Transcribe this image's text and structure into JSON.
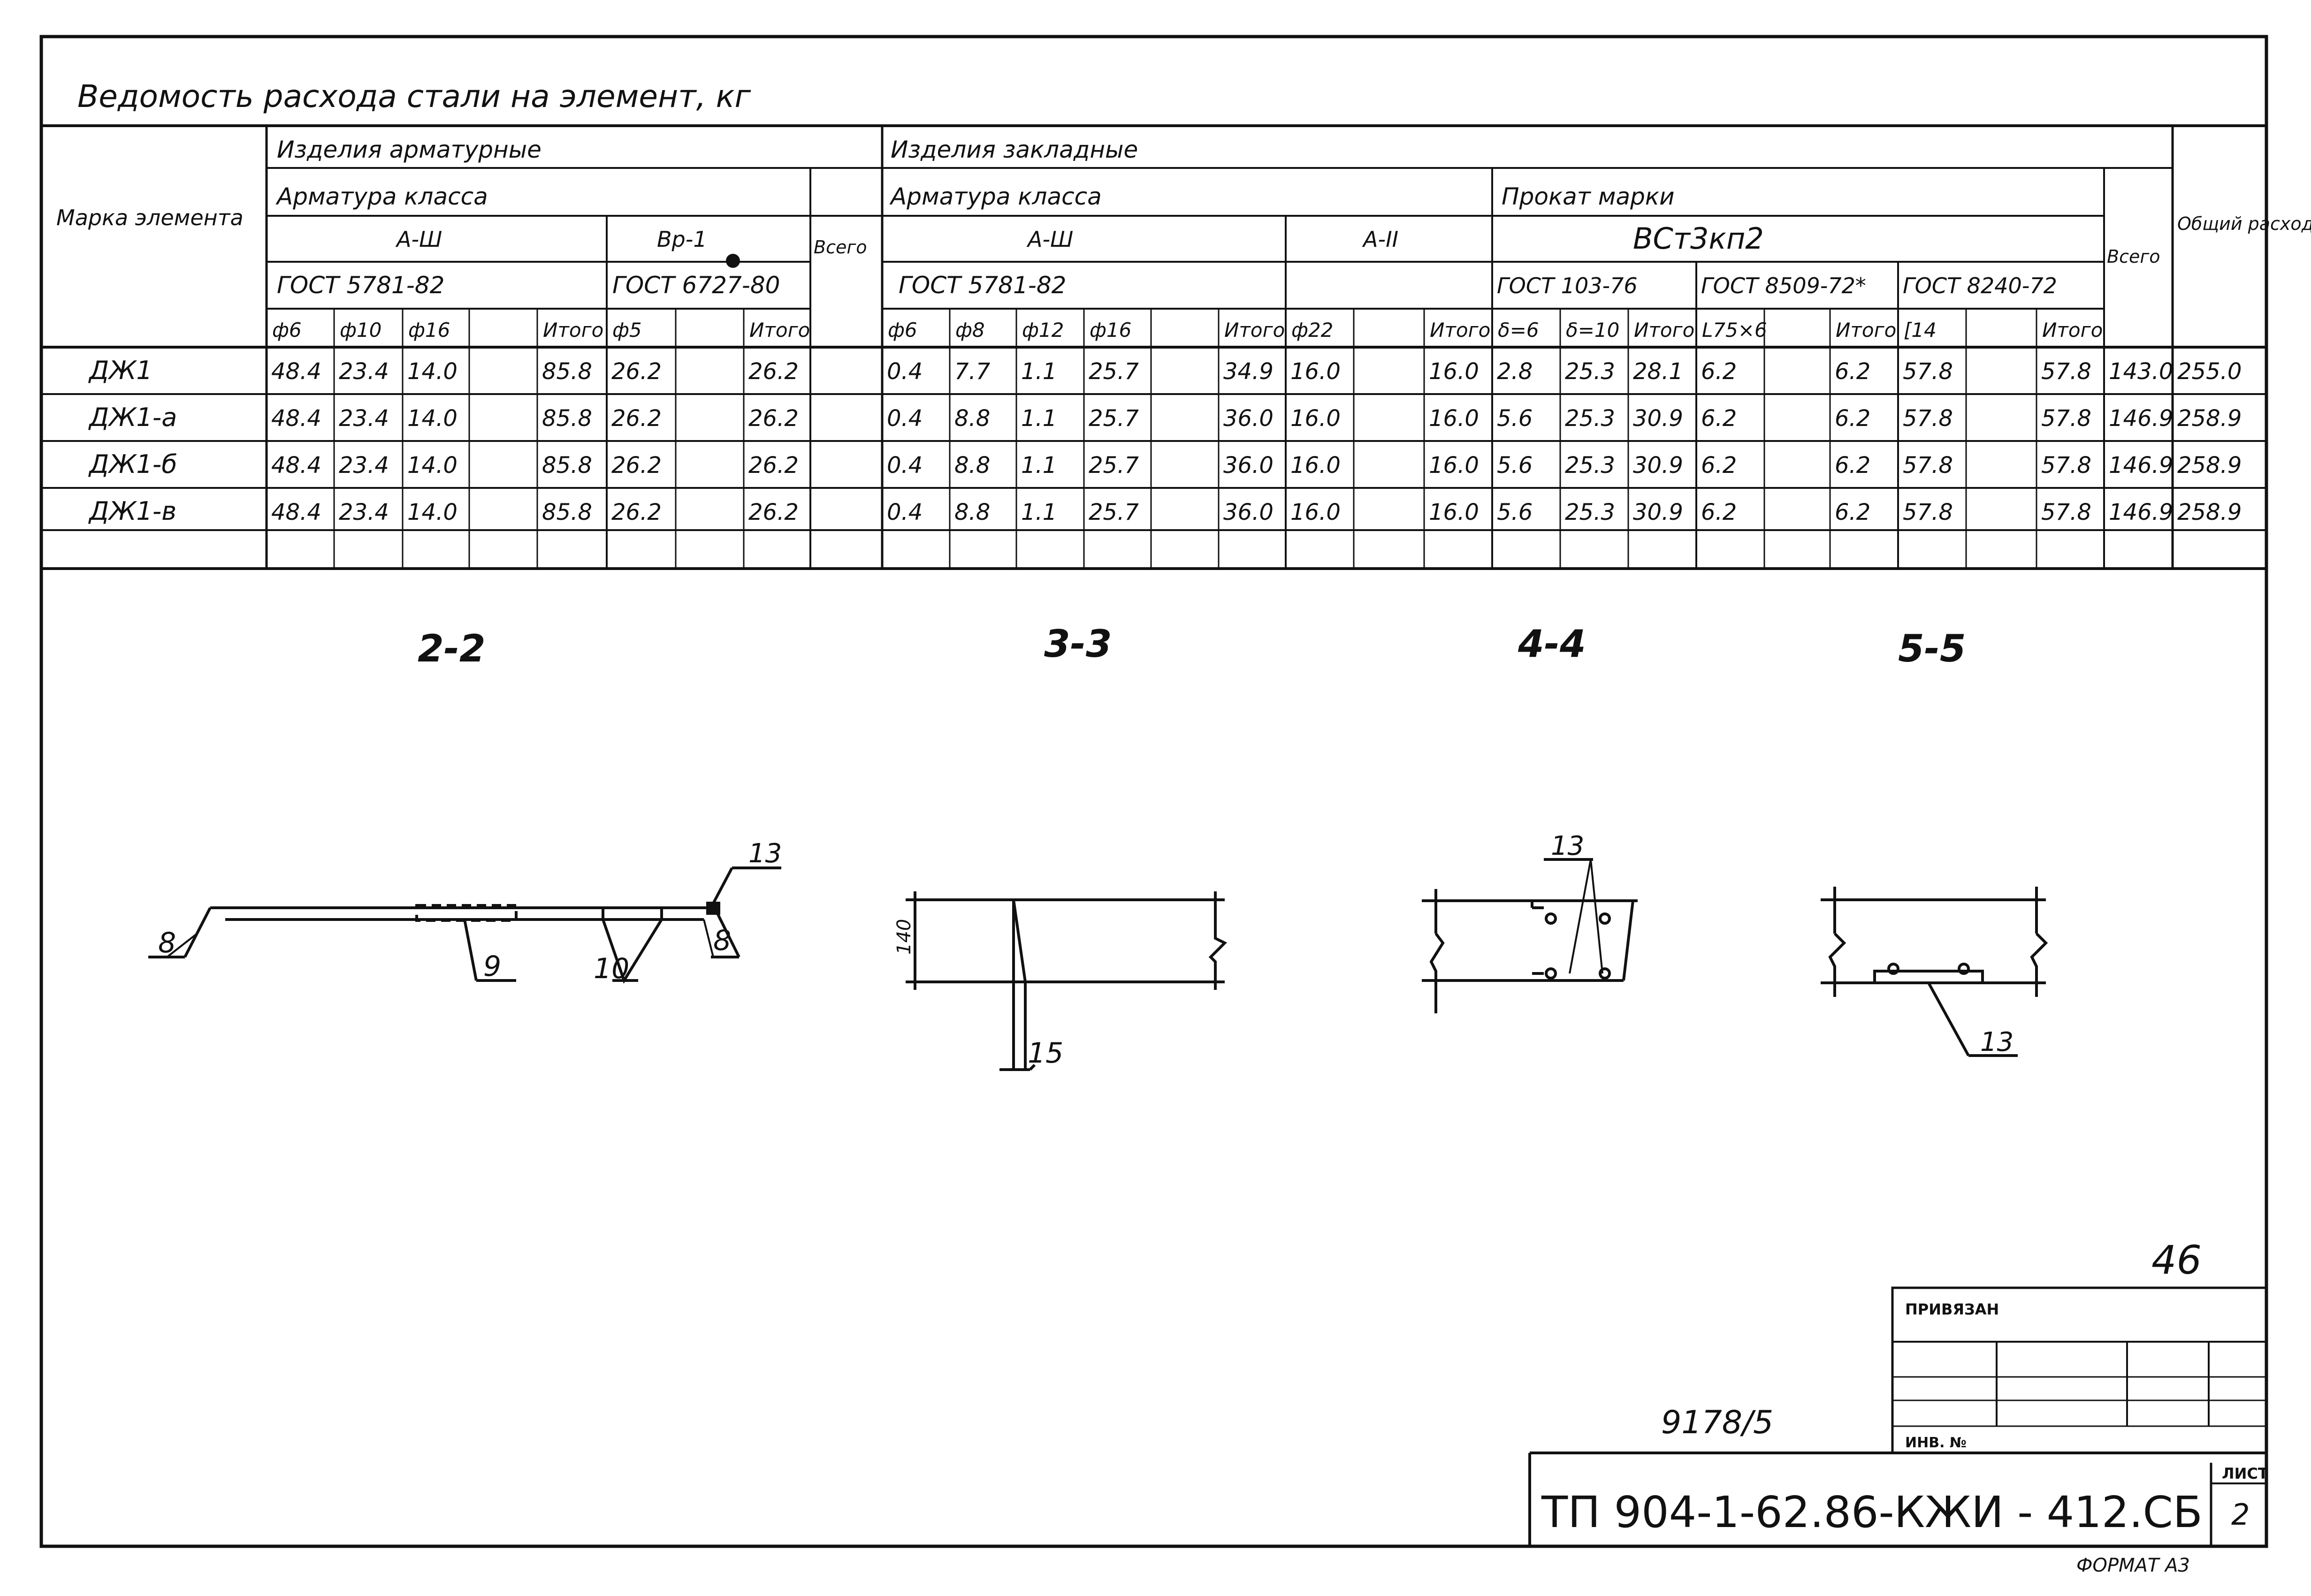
{
  "title": "Ведомость расхода стали на элемент, кг",
  "header": {
    "mark_label": "Марка элемента",
    "arm_items": "Изделия арматурные",
    "emb_items": "Изделия закладные",
    "arm_class": "Арматура класса",
    "emb_arm_class": "Арматура класса",
    "rolled_mark": "Прокат марки",
    "class_a3": "А-Ш",
    "class_bp1": "Вр-1",
    "class_a3_emb": "А-Ш",
    "class_a2_emb": "А-II",
    "rolled_grade": "ВСт3кп2",
    "gost_5781_arm": "ГОСТ 5781-82",
    "gost_6727": "ГОСТ 6727-80",
    "gost_5781_emb": "ГОСТ 5781-82",
    "gost_103": "ГОСТ 103-76",
    "gost_8509": "ГОСТ 8509-72*",
    "gost_8240": "ГОСТ 8240-72",
    "total_arm": "Всего",
    "total_emb": "Всего",
    "overall": "Общий расход",
    "sub": [
      "ф6",
      "ф10",
      "ф16",
      "",
      "Итого",
      "ф5",
      "",
      "Итого",
      "ф6",
      "ф8",
      "ф12",
      "ф16",
      "",
      "Итого",
      "ф22",
      "",
      "Итого",
      "δ=6",
      "δ=10",
      "Итого",
      "L75×6",
      "",
      "Итого",
      "[14",
      "",
      "Итого"
    ]
  },
  "rows": [
    {
      "mark": "ДЖ1",
      "cells": [
        "48.4",
        "23.4",
        "14.0",
        "",
        "85.8",
        "26.2",
        "",
        "26.2",
        "",
        "0.4",
        "7.7",
        "1.1",
        "25.7",
        "",
        "34.9",
        "16.0",
        "",
        "16.0",
        "2.8",
        "25.3",
        "28.1",
        "6.2",
        "",
        "6.2",
        "57.8",
        "",
        "57.8",
        "143.0",
        "255.0"
      ]
    },
    {
      "mark": "ДЖ1-а",
      "cells": [
        "48.4",
        "23.4",
        "14.0",
        "",
        "85.8",
        "26.2",
        "",
        "26.2",
        "",
        "0.4",
        "8.8",
        "1.1",
        "25.7",
        "",
        "36.0",
        "16.0",
        "",
        "16.0",
        "5.6",
        "25.3",
        "30.9",
        "6.2",
        "",
        "6.2",
        "57.8",
        "",
        "57.8",
        "146.9",
        "258.9"
      ]
    },
    {
      "mark": "ДЖ1-б",
      "cells": [
        "48.4",
        "23.4",
        "14.0",
        "",
        "85.8",
        "26.2",
        "",
        "26.2",
        "",
        "0.4",
        "8.8",
        "1.1",
        "25.7",
        "",
        "36.0",
        "16.0",
        "",
        "16.0",
        "5.6",
        "25.3",
        "30.9",
        "6.2",
        "",
        "6.2",
        "57.8",
        "",
        "57.8",
        "146.9",
        "258.9"
      ]
    },
    {
      "mark": "ДЖ1-в",
      "cells": [
        "48.4",
        "23.4",
        "14.0",
        "",
        "85.8",
        "26.2",
        "",
        "26.2",
        "",
        "0.4",
        "8.8",
        "1.1",
        "25.7",
        "",
        "36.0",
        "16.0",
        "",
        "16.0",
        "5.6",
        "25.3",
        "30.9",
        "6.2",
        "",
        "6.2",
        "57.8",
        "",
        "57.8",
        "146.9",
        "258.9"
      ]
    }
  ],
  "sections": {
    "s22": "2-2",
    "s33": "3-3",
    "s44": "4-4",
    "s55": "5-5",
    "pos_8a": "8",
    "pos_9": "9",
    "pos_10": "10",
    "pos_8b": "8",
    "pos_13a": "13",
    "dim_140": "140",
    "pos_15": "15",
    "pos_13b": "13",
    "pos_13c": "13"
  },
  "stamp": {
    "sheet_index": "46",
    "bound_label": "ПРИВЯЗАН",
    "inv_label": "ИНВ. №",
    "doc_number": "9178/5",
    "project_code": "ТП 904-1-62.86-КЖИ - 412.СБ",
    "sheet_label": "ЛИСТ",
    "sheet_number": "2",
    "format": "ФОРМАТ А3"
  }
}
